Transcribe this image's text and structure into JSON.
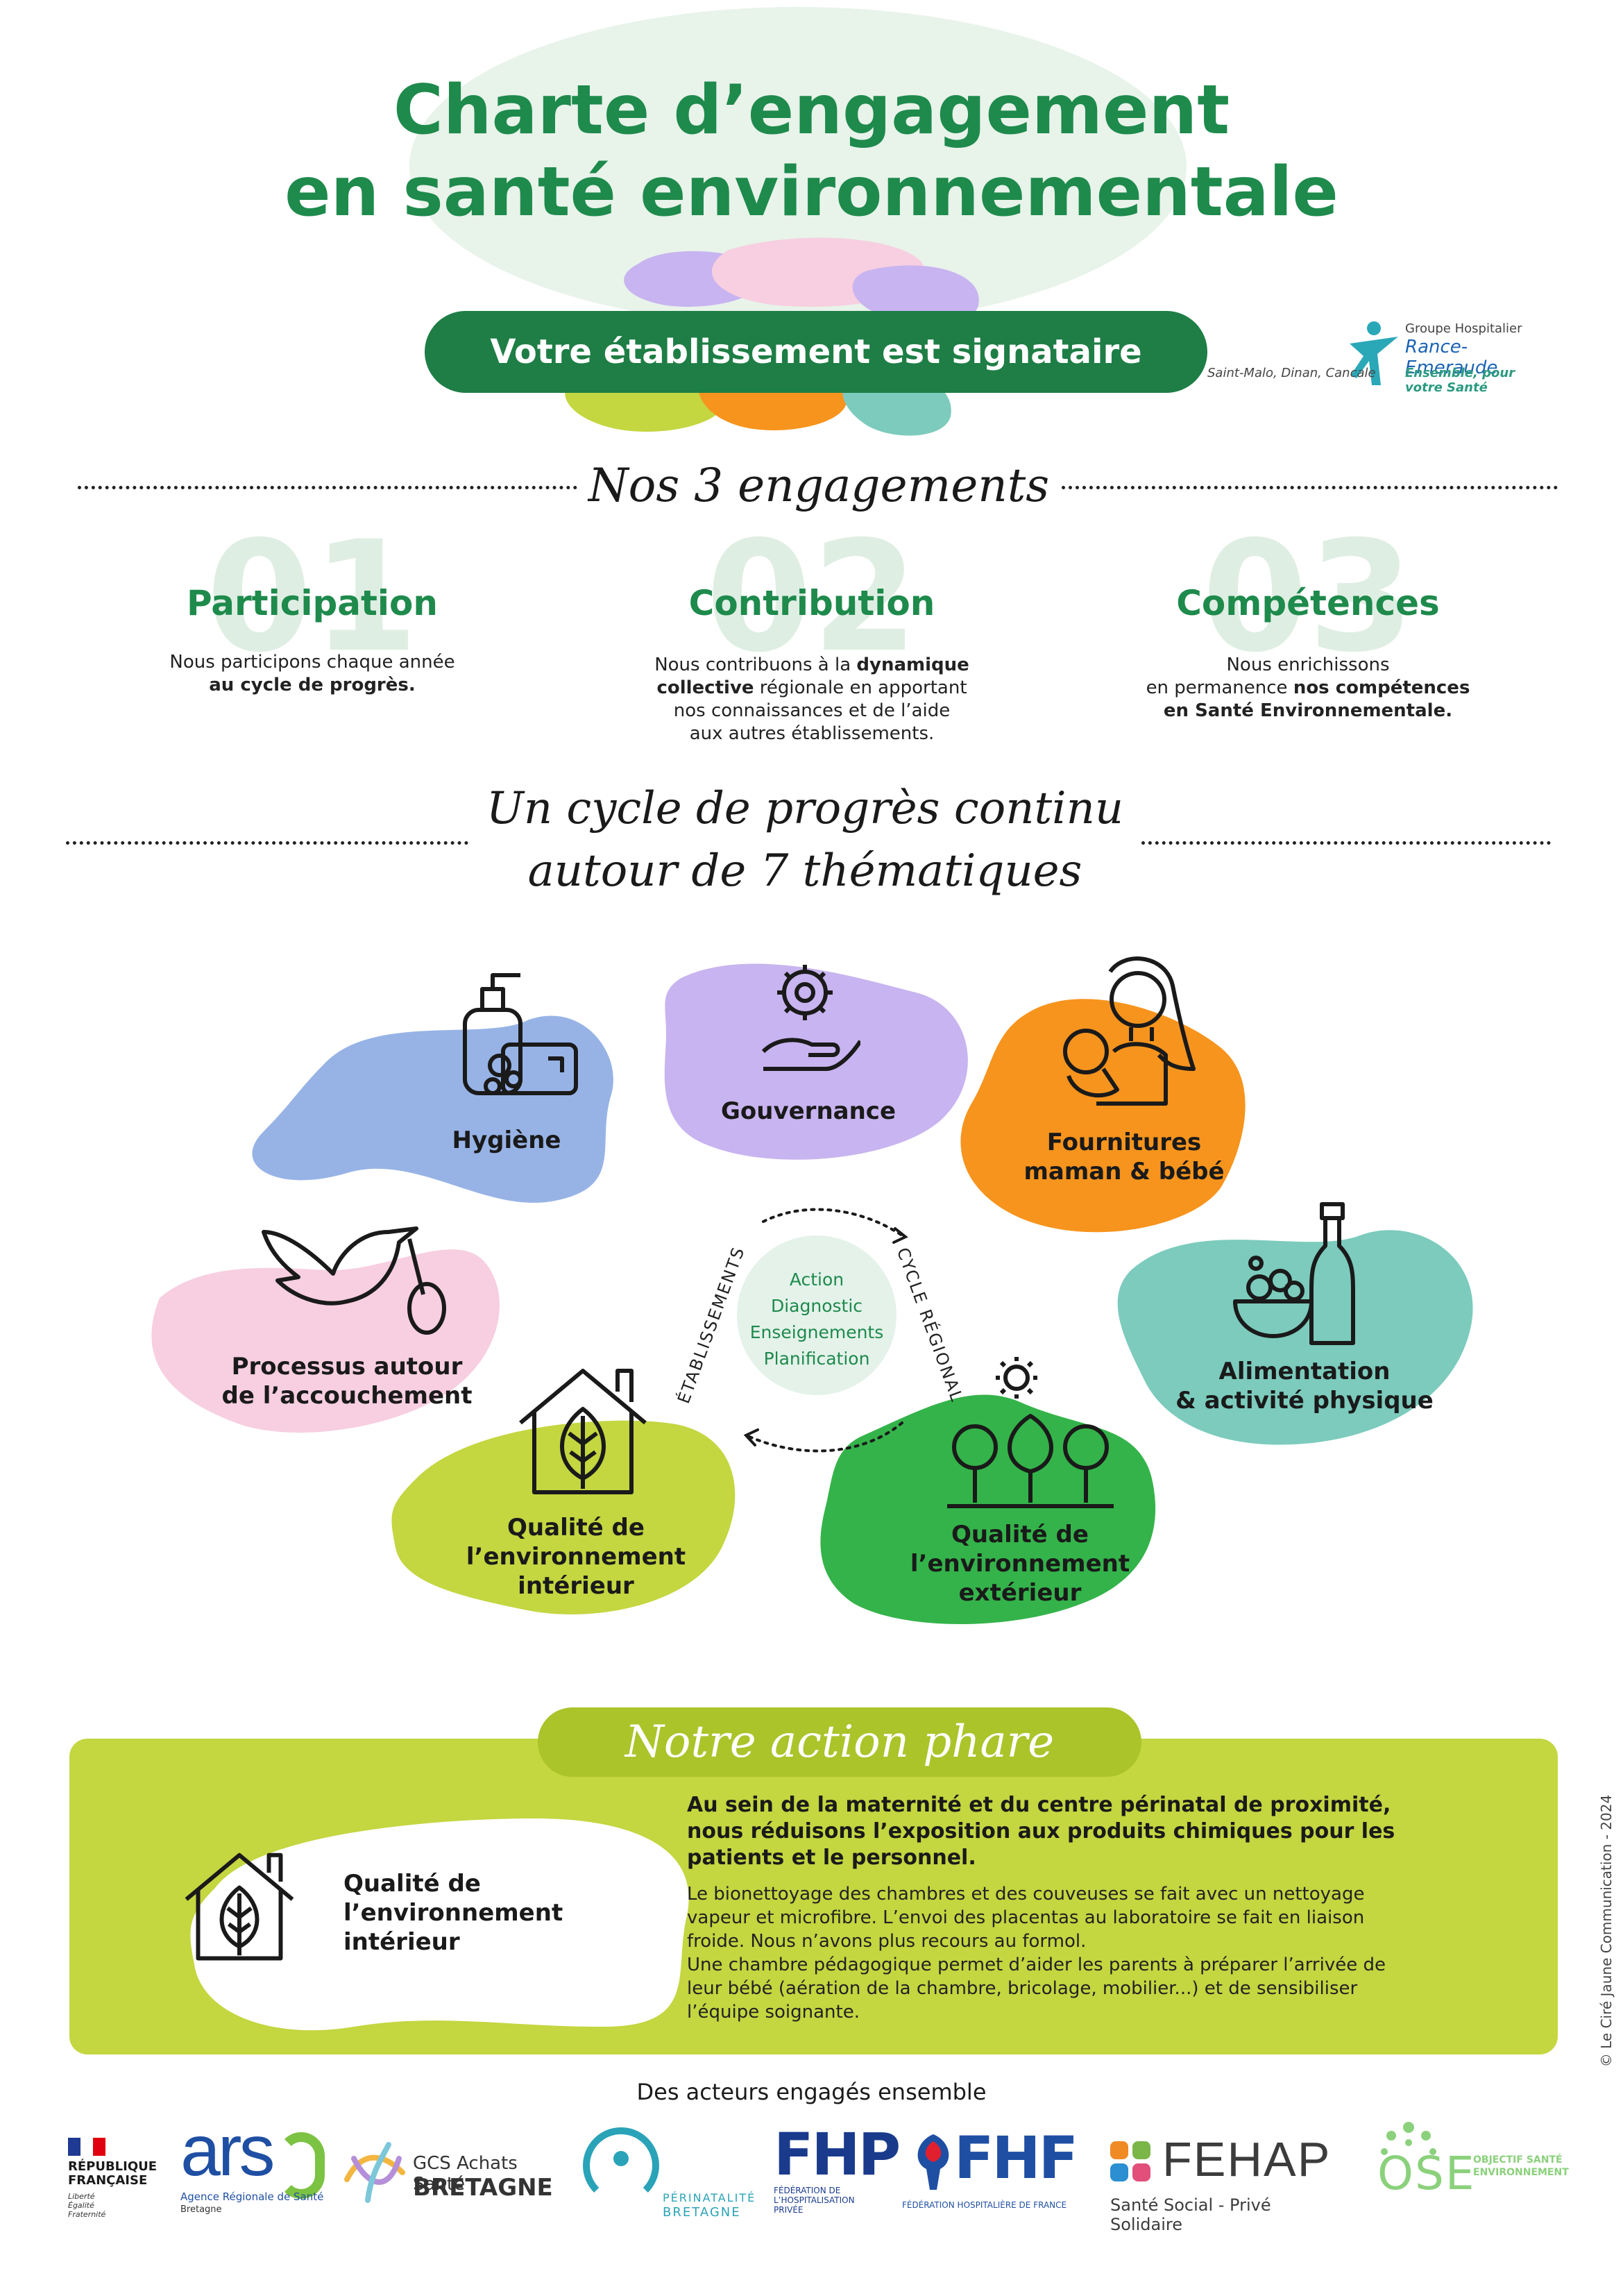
{
  "header": {
    "title_line1": "Charte d’engagement",
    "title_line2": "en santé environnementale",
    "signatory": "Votre établissement est signataire",
    "partner_logo": {
      "org_line1": "Groupe Hospitalier",
      "org_line2": "Rance-Emeraude",
      "places": "Saint-Malo, Dinan, Cancale",
      "slogan": "Ensemble, pour votre Santé"
    }
  },
  "engagements": {
    "heading": "Nos 3 engagements",
    "items": [
      {
        "number": "01",
        "title": "Participation",
        "text_a": "Nous participons chaque année",
        "text_b": "au cycle de progrès."
      },
      {
        "number": "02",
        "title": "Contribution",
        "text_a": "Nous contribuons à la",
        "text_b": "dynamique",
        "text_c": "collective",
        "text_d": "régionale en apportant",
        "text_e": "nos connaissances et de l’aide",
        "text_f": "aux autres établissements."
      },
      {
        "number": "03",
        "title": "Compétences",
        "text_a": "Nous enrichissons",
        "text_b": "en permanence",
        "text_c": "nos compétences",
        "text_d": "en Santé Environnementale."
      }
    ]
  },
  "cycle": {
    "heading_line1": "Un cycle de progrès continu",
    "heading_line2": "autour de 7 thématiques",
    "themes": [
      {
        "label_1": "Hygiène",
        "icon": "soap-icon"
      },
      {
        "label_1": "Gouvernance",
        "icon": "gear-hand-icon"
      },
      {
        "label_1": "Fournitures",
        "label_2": "maman & bébé",
        "icon": "mother-baby-icon"
      },
      {
        "label_1": "Processus autour",
        "label_2": "de l’accouchement",
        "icon": "stork-icon"
      },
      {
        "label_1": "Alimentation",
        "label_2": "& activité physique",
        "icon": "food-bottle-icon"
      },
      {
        "label_1": "Qualité de",
        "label_2": "l’environnement",
        "label_3": "intérieur",
        "icon": "house-leaf-icon"
      },
      {
        "label_1": "Qualité de",
        "label_2": "l’environnement",
        "label_3": "extérieur",
        "icon": "trees-sun-icon"
      }
    ],
    "center_items": [
      "Action",
      "Diagnostic",
      "Enseignements",
      "Planification"
    ],
    "arc_left": "ÉTABLISSEMENTS",
    "arc_right": "CYCLE RÉGIONAL"
  },
  "action": {
    "heading": "Notre action phare",
    "theme_1": "Qualité de",
    "theme_2": "l’environnement",
    "theme_3": "intérieur",
    "lead": "Au sein de la maternité et du centre périnatal de proximité, nous réduisons l’exposition aux produits chimiques pour les patients et le personnel.",
    "para1": "Le bionettoyage des chambres et des couveuses se fait avec un nettoyage vapeur et microfibre. L’envoi des placentas au laboratoire se fait en liaison froide. Nous n’avons plus recours au formol.",
    "para2": "Une chambre pédagogique permet d’aider les parents à préparer l’arrivée de leur bébé (aération de la chambre, bricolage, mobilier...) et de sensibiliser l’équipe soignante."
  },
  "credit": "© Le Ciré Jaune Communication - 2024",
  "footer": {
    "heading": "Des acteurs engagés ensemble",
    "logos": {
      "rf_1": "RÉPUBLIQUE",
      "rf_2": "FRANÇAISE",
      "rf_3": "Liberté",
      "rf_4": "Égalité",
      "rf_5": "Fraternité",
      "ars": "ars",
      "ars_sub": "Agence Régionale de Santé",
      "ars_sub2": "Bretagne",
      "gcs_1": "GCS Achats Santé",
      "gcs_2": "BRETAGNE",
      "peri_1": "PÉRINATALITÉ",
      "peri_2": "BRETAGNE",
      "fhp": "FHP",
      "fhp_1": "FÉDÉRATION DE",
      "fhp_2": "L’HOSPITALISATION",
      "fhp_3": "PRIVÉE",
      "fhf": "FHF",
      "fhf_sub": "FÉDÉRATION HOSPITALIÈRE DE FRANCE",
      "fehap": "FEHAP",
      "fehap_sub": "Santé Social - Privé Solidaire",
      "ose": "OSE",
      "ose_1": "OBJECTIF SANTÉ",
      "ose_2": "ENVIRONNEMENT"
    }
  },
  "colors": {
    "green": "#1e8a4c",
    "lime": "#c4d640",
    "blue": "#97b3e6",
    "purple": "#c8b4f0",
    "orange": "#f7941d",
    "pink": "#f7cfe0",
    "teal": "#7ccbbd",
    "bright_green": "#34b34a"
  }
}
